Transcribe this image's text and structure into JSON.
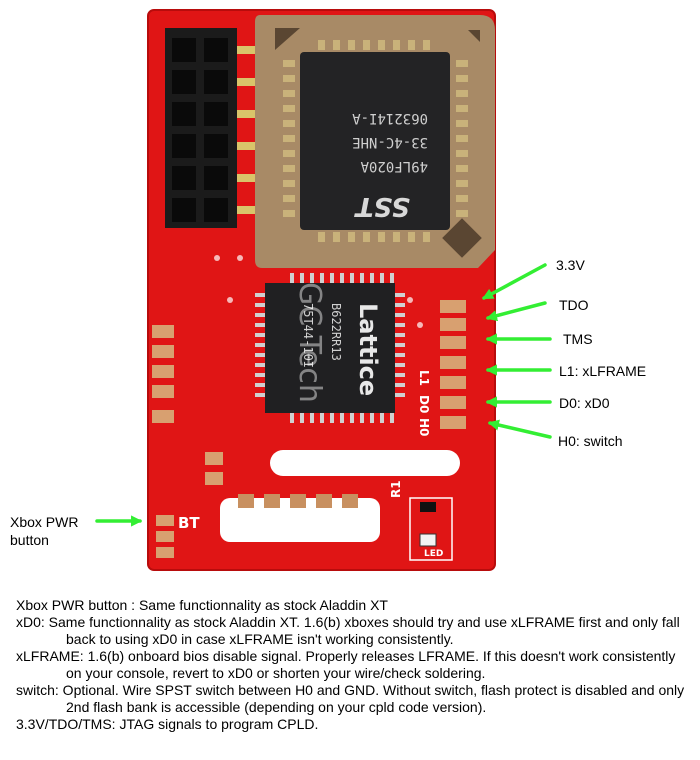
{
  "board": {
    "flash_chip_lines": [
      "063214I-A",
      "33-4C-NHE",
      "49LF020A"
    ],
    "flash_chip_logo": "SST",
    "cpld_logo": "Lattice",
    "cpld_lines": [
      "B622RR13",
      "75T44-10I"
    ],
    "pcb_pad_labels": [
      "L1",
      "D0",
      "H0"
    ],
    "pcb_silk_bt": "BT",
    "pcb_silk_r1": "R1",
    "pcb_silk_led": "LED",
    "watermark": "GC Tech"
  },
  "callouts": {
    "v33": "3.3V",
    "tdo": "TDO",
    "tms": "TMS",
    "l1": "L1: xLFRAME",
    "d0": "D0: xD0",
    "h0": "H0: switch",
    "pwr_line1": "Xbox PWR",
    "pwr_line2": "button"
  },
  "arrow_color": "#33ee33",
  "pcb_color": "#e01515",
  "description": [
    "Xbox PWR button : Same functionnality as stock Aladdin XT",
    "xD0: Same functionnality as stock Aladdin XT. 1.6(b) xboxes should try and use xLFRAME first and only fall back to using xD0 in case xLFRAME isn't working consistently.",
    "xLFRAME: 1.6(b) onboard bios disable signal. Properly releases LFRAME. If this doesn't work consistently on your console, revert to xD0 or shorten your wire/check soldering.",
    "switch: Optional. Wire SPST switch between H0 and GND. Without switch, flash protect is disabled and only 2nd flash bank is accessible (depending on your cpld code version).",
    "3.3V/TDO/TMS: JTAG signals to program CPLD."
  ]
}
